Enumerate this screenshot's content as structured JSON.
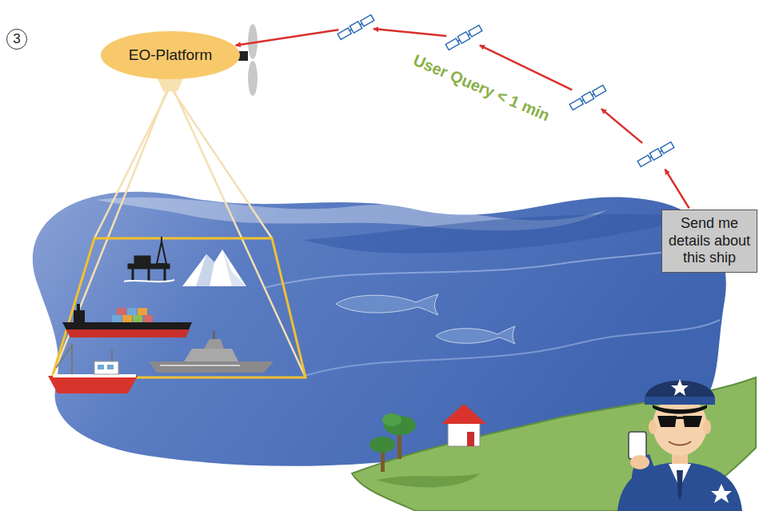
{
  "diagram": {
    "nodes": [
      {
        "text": [
          "EO-Platform"
        ]
      },
      {
        "text": [
          "Send me details about this ship"
        ]
      }
    ],
    "edges": [
      {
        "from": 1,
        "to": 0,
        "arrow": "to",
        "label": "User Query < 1 min"
      }
    ],
    "labels": [
      "3"
    ]
  }
}
